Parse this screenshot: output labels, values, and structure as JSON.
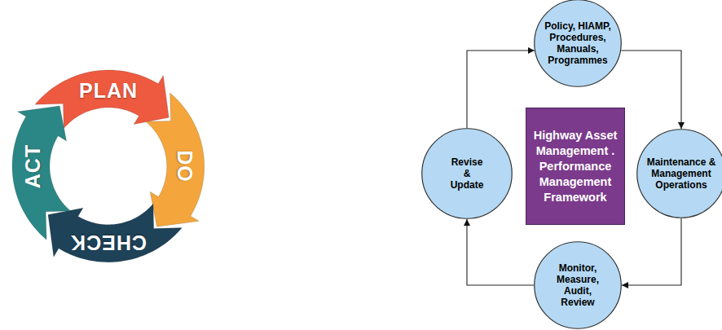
{
  "diagram": {
    "nodes": [
      {
        "text": [
          "PLAN"
        ]
      },
      {
        "text": [
          "DO"
        ]
      },
      {
        "text": [
          "CHECK"
        ]
      },
      {
        "text": [
          "ACT"
        ]
      },
      {
        "text": [
          "Policy, HIAMP, Procedures, Manuals, Programmes"
        ]
      },
      {
        "text": [
          "Revise & Update"
        ]
      },
      {
        "text": [
          "Highway Asset Management . Performance Management Framework"
        ]
      },
      {
        "text": [
          "Maintenance & Management Operations"
        ]
      },
      {
        "text": [
          "Monitor, Measure, Audit, Review"
        ]
      }
    ],
    "edges": [
      {
        "from": 4,
        "to": 7,
        "arrow": "to"
      },
      {
        "from": 7,
        "to": 8,
        "arrow": "to"
      },
      {
        "from": 8,
        "to": 5,
        "arrow": "to"
      },
      {
        "from": 5,
        "to": 4,
        "arrow": "to"
      }
    ]
  }
}
